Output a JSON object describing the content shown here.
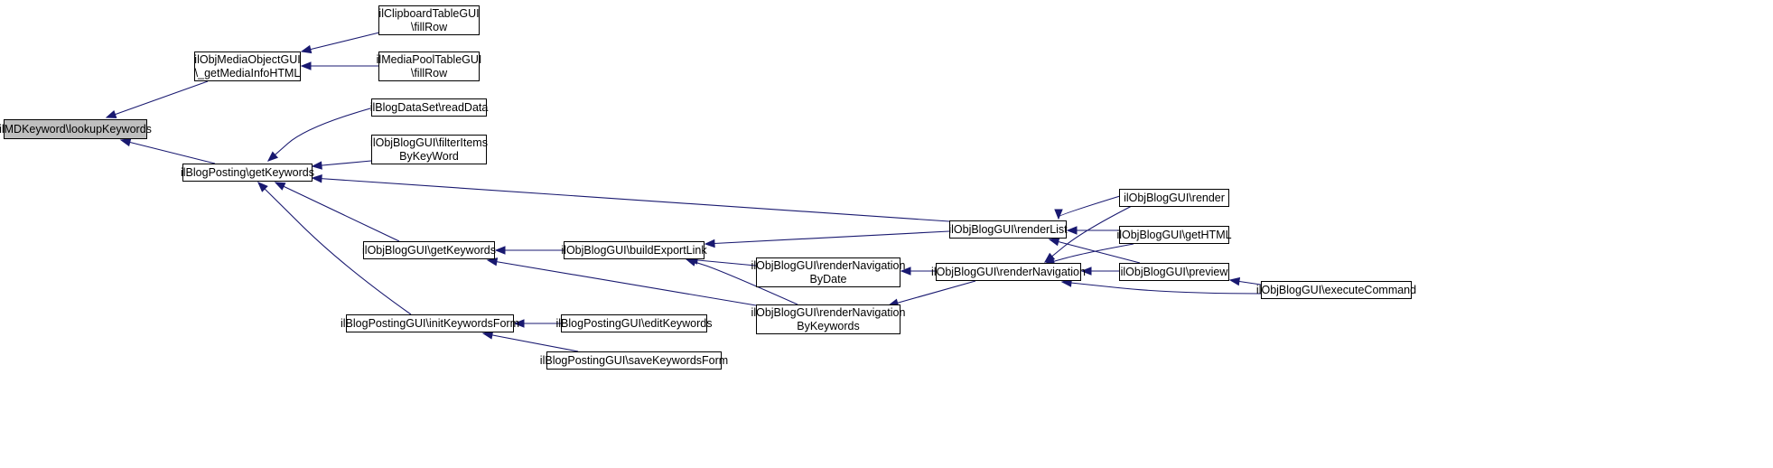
{
  "colors": {
    "edge": "#191970",
    "root_fill": "#bfbfbf",
    "node_fill": "#ffffff",
    "border": "#000000"
  },
  "nodes": {
    "root": {
      "lines": [
        "ilMDKeyword\\lookupKeywords"
      ]
    },
    "media_info": {
      "lines": [
        "ilObjMediaObjectGUI",
        "\\_getMediaInfoHTML"
      ]
    },
    "clipboard_fillrow": {
      "lines": [
        "ilClipboardTableGUI",
        "\\fillRow"
      ]
    },
    "mediapool_fillrow": {
      "lines": [
        "ilMediaPoolTableGUI",
        "\\fillRow"
      ]
    },
    "posting_getkw": {
      "lines": [
        "ilBlogPosting\\getKeywords"
      ]
    },
    "dataset_read": {
      "lines": [
        "ilBlogDataSet\\readData"
      ]
    },
    "filter_items": {
      "lines": [
        "ilObjBlogGUI\\filterItems",
        "ByKeyWord"
      ]
    },
    "blog_getkw": {
      "lines": [
        "ilObjBlogGUI\\getKeywords"
      ]
    },
    "init_kw_form": {
      "lines": [
        "ilBlogPostingGUI\\initKeywordsForm"
      ]
    },
    "build_export": {
      "lines": [
        "ilObjBlogGUI\\buildExportLink"
      ]
    },
    "edit_kw": {
      "lines": [
        "ilBlogPostingGUI\\editKeywords"
      ]
    },
    "save_kw": {
      "lines": [
        "ilBlogPostingGUI\\saveKeywordsForm"
      ]
    },
    "render_list": {
      "lines": [
        "ilObjBlogGUI\\renderList"
      ]
    },
    "render_nav_date": {
      "lines": [
        "ilObjBlogGUI\\renderNavigation",
        "ByDate"
      ]
    },
    "render_nav_kw": {
      "lines": [
        "ilObjBlogGUI\\renderNavigation",
        "ByKeywords"
      ]
    },
    "render_nav": {
      "lines": [
        "ilObjBlogGUI\\renderNavigation"
      ]
    },
    "render": {
      "lines": [
        "ilObjBlogGUI\\render"
      ]
    },
    "get_html": {
      "lines": [
        "ilObjBlogGUI\\getHTML"
      ]
    },
    "preview": {
      "lines": [
        "ilObjBlogGUI\\preview"
      ]
    },
    "execute_command": {
      "lines": [
        "ilObjBlogGUI\\executeCommand"
      ]
    }
  },
  "edges": [
    {
      "from": "media_info",
      "to": "root"
    },
    {
      "from": "posting_getkw",
      "to": "root"
    },
    {
      "from": "clipboard_fillrow",
      "to": "media_info"
    },
    {
      "from": "mediapool_fillrow",
      "to": "media_info"
    },
    {
      "from": "dataset_read",
      "to": "posting_getkw"
    },
    {
      "from": "filter_items",
      "to": "posting_getkw"
    },
    {
      "from": "render_list",
      "to": "posting_getkw"
    },
    {
      "from": "blog_getkw",
      "to": "posting_getkw"
    },
    {
      "from": "init_kw_form",
      "to": "posting_getkw"
    },
    {
      "from": "build_export",
      "to": "blog_getkw"
    },
    {
      "from": "render_nav_kw",
      "to": "blog_getkw"
    },
    {
      "from": "edit_kw",
      "to": "init_kw_form"
    },
    {
      "from": "save_kw",
      "to": "init_kw_form"
    },
    {
      "from": "render_list",
      "to": "build_export"
    },
    {
      "from": "render_nav_date",
      "to": "build_export"
    },
    {
      "from": "render_nav_kw",
      "to": "build_export"
    },
    {
      "from": "render_nav",
      "to": "render_nav_date"
    },
    {
      "from": "render_nav",
      "to": "render_nav_kw"
    },
    {
      "from": "render",
      "to": "render_list"
    },
    {
      "from": "get_html",
      "to": "render_list"
    },
    {
      "from": "preview",
      "to": "render_list"
    },
    {
      "from": "render",
      "to": "render_nav"
    },
    {
      "from": "get_html",
      "to": "render_nav"
    },
    {
      "from": "preview",
      "to": "render_nav"
    },
    {
      "from": "execute_command",
      "to": "render_nav"
    },
    {
      "from": "execute_command",
      "to": "preview"
    }
  ]
}
